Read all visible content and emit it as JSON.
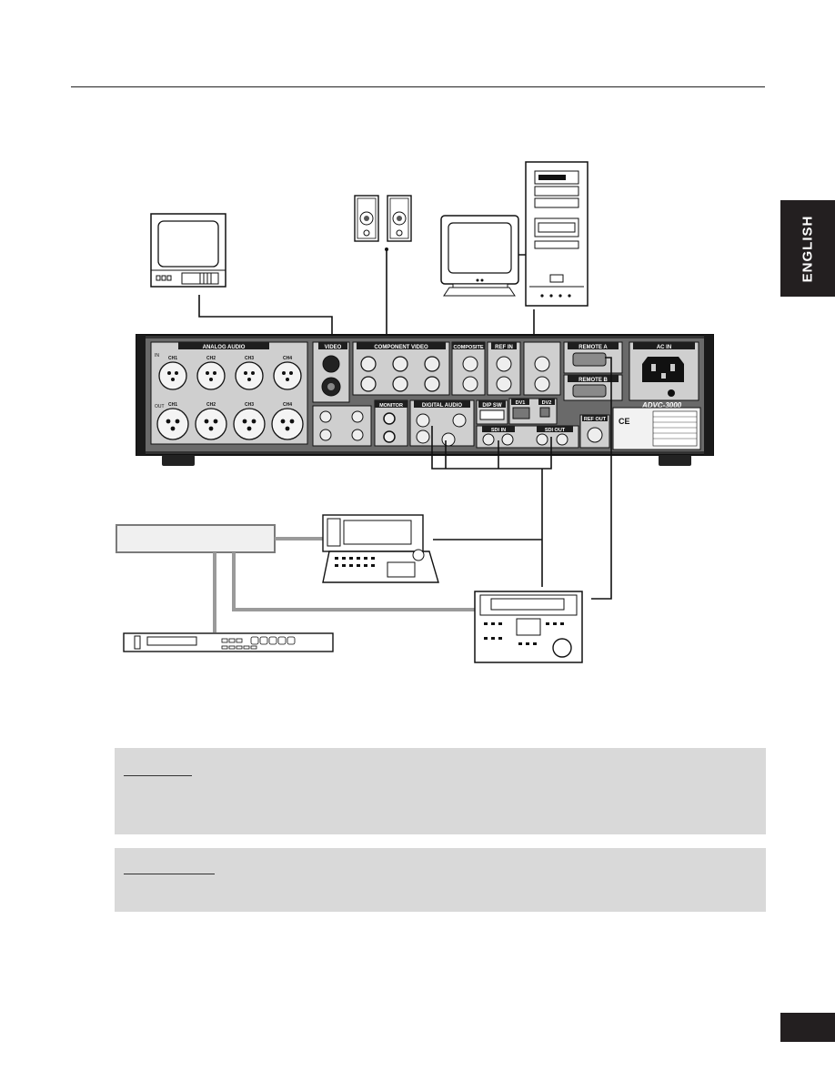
{
  "language_tab": {
    "label": "ENGLISH"
  },
  "rear_panel": {
    "model": "ADVC-3000",
    "sections": {
      "analog_audio": "ANALOG AUDIO",
      "video": "VIDEO",
      "component_video": "COMPONENT VIDEO",
      "composite": "COMPOSITE",
      "ref_in": "REF IN",
      "remote_a": "REMOTE A",
      "remote_b": "REMOTE B",
      "ac_in": "AC IN",
      "monitor": "MONITOR",
      "digital_audio": "DIGITAL AUDIO",
      "dip_sw": "DIP SW",
      "dv1": "DV1",
      "dv2": "DV2",
      "sdi_in": "SDI IN",
      "sdi_out": "SDI OUT",
      "ref_out": "REF OUT"
    },
    "channel_labels": [
      "CH1",
      "CH2",
      "CH3",
      "CH4"
    ],
    "in_label": "IN",
    "out_label": "OUT",
    "ce_mark": "CE"
  },
  "colors": {
    "panel": "#3a3a3a",
    "section_label_bg": "#1e1e1e",
    "cable_gray": "#9a9a9a",
    "note_bg": "#d9d9d9",
    "tab_bg": "#231f20"
  }
}
